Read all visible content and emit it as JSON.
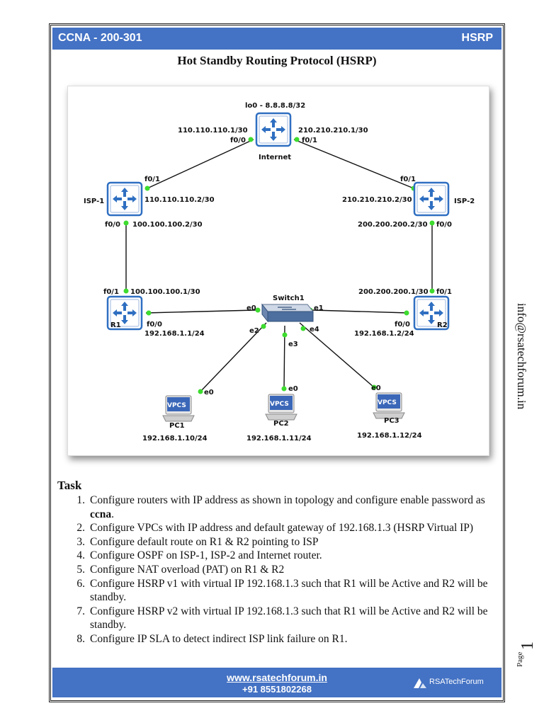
{
  "header": {
    "left": "CCNA - 200-301",
    "right": "HSRP"
  },
  "title": "Hot Standby Routing Protocol (HSRP)",
  "diagram": {
    "internet": {
      "name": "Internet",
      "lo0": "lo0 - 8.8.8.8/32",
      "ip_left": "110.110.110.1/30",
      "ip_right": "210.210.210.1/30",
      "port_left": "f0/0",
      "port_right": "f0/1"
    },
    "isp1": {
      "name": "ISP-1",
      "port_top": "f0/1",
      "ip_top": "110.110.110.2/30",
      "port_bottom": "f0/0",
      "ip_bottom": "100.100.100.2/30"
    },
    "isp2": {
      "name": "ISP-2",
      "port_top": "f0/1",
      "ip_top": "210.210.210.2/30",
      "port_bottom": "f0/0",
      "ip_bottom": "200.200.200.2/30"
    },
    "r1": {
      "name": "R1",
      "port_top": "f0/1",
      "ip_top": "100.100.100.1/30",
      "port_lan": "f0/0",
      "ip_lan": "192.168.1.1/24"
    },
    "r2": {
      "name": "R2",
      "port_top": "f0/1",
      "ip_top": "200.200.200.1/30",
      "port_lan": "f0/0",
      "ip_lan": "192.168.1.2/24"
    },
    "switch": {
      "name": "Switch1",
      "e0": "e0",
      "e1": "e1",
      "e2": "e2",
      "e3": "e3",
      "e4": "e4"
    },
    "pc1": {
      "name": "PC1",
      "port": "e0",
      "ip": "192.168.1.10/24",
      "badge": "VPCS"
    },
    "pc2": {
      "name": "PC2",
      "port": "e0",
      "ip": "192.168.1.11/24",
      "badge": "VPCS"
    },
    "pc3": {
      "name": "PC3",
      "port": "e0",
      "ip": "192.168.1.12/24",
      "badge": "VPCS"
    }
  },
  "task_heading": "Task",
  "tasks": [
    {
      "num": "1.",
      "text": "Configure routers with IP address as shown in topology and configure enable password as ",
      "bold": "ccna",
      "tail": "."
    },
    {
      "num": "2.",
      "text": "Configure VPCs with IP address and default gateway of 192.168.1.3 (HSRP Virtual IP)",
      "bold": "",
      "tail": ""
    },
    {
      "num": "3.",
      "text": "Configure default route on R1 & R2 pointing to ISP",
      "bold": "",
      "tail": ""
    },
    {
      "num": "4.",
      "text": "Configure OSPF on ISP-1, ISP-2 and Internet router.",
      "bold": "",
      "tail": ""
    },
    {
      "num": "5.",
      "text": "Configure NAT overload (PAT) on R1 & R2",
      "bold": "",
      "tail": ""
    },
    {
      "num": "6.",
      "text": "Configure HSRP v1 with virtual IP 192.168.1.3 such that R1 will be Active and R2 will be standby.",
      "bold": "",
      "tail": ""
    },
    {
      "num": "7.",
      "text": "Configure HSRP v2 with virtual IP 192.168.1.3 such that R1 will be Active and R2 will be standby.",
      "bold": "",
      "tail": ""
    },
    {
      "num": "8.",
      "text": "Configure IP SLA to detect indirect ISP link failure on R1.",
      "bold": "",
      "tail": ""
    }
  ],
  "side_email": "info@rsatechforum.in",
  "page": {
    "label": "Page",
    "number": "1"
  },
  "footer": {
    "url": "www.rsatechforum.in",
    "phone": "+91 8551802268",
    "logo_text": "RSATechForum"
  },
  "colors": {
    "accent": "#4472c4",
    "router_blue": "#2f6fc1",
    "link_dot": "#3ddc2e"
  }
}
